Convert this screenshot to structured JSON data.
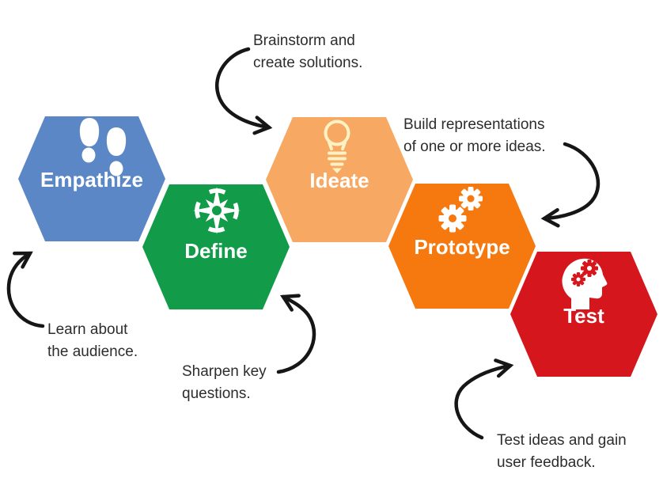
{
  "diagram": {
    "title": "Design Thinking Process (hexagon flow)",
    "text_color": "#2d2d2d",
    "arrow_color": "#161616",
    "steps": [
      {
        "label": "Empathize",
        "color": "#5b87c7",
        "icon": "footprints-icon"
      },
      {
        "label": "Define",
        "color": "#129c49",
        "icon": "compass-icon"
      },
      {
        "label": "Ideate",
        "color": "#f7a963",
        "icon": "lightbulb-icon",
        "icon_color": "#fdf2c3"
      },
      {
        "label": "Prototype",
        "color": "#f5790e",
        "icon": "gears-icon"
      },
      {
        "label": "Test",
        "color": "#d5161d",
        "icon": "head-gears-icon"
      }
    ],
    "annotations": [
      {
        "line1": "Brainstorm and",
        "line2": "create solutions.",
        "target": "Ideate"
      },
      {
        "line1": "Build representations",
        "line2": "of one or more ideas.",
        "target": "Prototype"
      },
      {
        "line1": "Learn about",
        "line2": "the audience.",
        "target": "Empathize"
      },
      {
        "line1": "Sharpen key",
        "line2": "questions.",
        "target": "Define"
      },
      {
        "line1": "Test ideas and gain",
        "line2": "user feedback.",
        "target": "Test"
      }
    ]
  }
}
